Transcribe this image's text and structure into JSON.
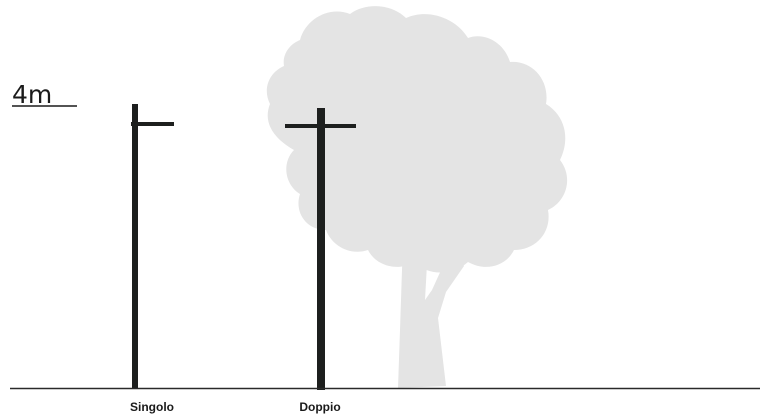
{
  "height_marker": {
    "label": "4m"
  },
  "poles": [
    {
      "label": "Singolo"
    },
    {
      "label": "Doppio"
    }
  ],
  "colors": {
    "pole": "#1d1f1e",
    "ground": "#2a2a2a",
    "tree": "#e4e4e4",
    "text": "#1a1a1a"
  }
}
